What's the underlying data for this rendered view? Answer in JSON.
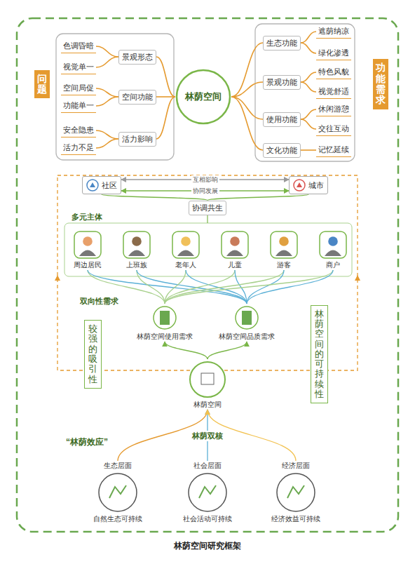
{
  "diagram": {
    "caption": "林荫空间研究框架",
    "nodes": [
      {
        "text": [
          "问题"
        ]
      },
      {
        "text": [
          "色调昏暗"
        ]
      },
      {
        "text": [
          "视觉单一"
        ]
      },
      {
        "text": [
          "景观形态"
        ]
      },
      {
        "text": [
          "空间局促"
        ]
      },
      {
        "text": [
          "功能单一"
        ]
      },
      {
        "text": [
          "空间功能"
        ]
      },
      {
        "text": [
          "安全隐患"
        ]
      },
      {
        "text": [
          "活力不足"
        ]
      },
      {
        "text": [
          "活力影响"
        ]
      },
      {
        "text": [
          "林荫空间"
        ]
      },
      {
        "text": [
          "生态功能"
        ]
      },
      {
        "text": [
          "遮荫纳凉"
        ]
      },
      {
        "text": [
          "绿化渗透"
        ]
      },
      {
        "text": [
          "景观功能"
        ]
      },
      {
        "text": [
          "特色风貌"
        ]
      },
      {
        "text": [
          "视觉舒适"
        ]
      },
      {
        "text": [
          "使用功能"
        ]
      },
      {
        "text": [
          "休闲游憩"
        ]
      },
      {
        "text": [
          "交往互动"
        ]
      },
      {
        "text": [
          "文化功能"
        ]
      },
      {
        "text": [
          "记忆延续"
        ]
      },
      {
        "text": [
          "功能需求"
        ]
      },
      {
        "text": [
          "社区"
        ]
      },
      {
        "text": [
          "城市"
        ]
      },
      {
        "text": [
          "协调共生"
        ]
      },
      {
        "text": [
          "周边居民"
        ]
      },
      {
        "text": [
          "上班族"
        ]
      },
      {
        "text": [
          "老年人"
        ]
      },
      {
        "text": [
          "儿童"
        ]
      },
      {
        "text": [
          "游客"
        ]
      },
      {
        "text": [
          "商户"
        ]
      },
      {
        "text": [
          "林荫空间使用需求"
        ]
      },
      {
        "text": [
          "林荫空间品质需求"
        ]
      },
      {
        "text": [
          "林荫空间"
        ]
      },
      {
        "text": [
          "较强的吸引性"
        ]
      },
      {
        "text": [
          "林荫空间的可持续性"
        ]
      },
      {
        "text": [
          "生态层面",
          "自然生态可持续"
        ]
      },
      {
        "text": [
          "社会层面",
          "社会活动可持续"
        ]
      },
      {
        "text": [
          "经济层面",
          "经济效益可持续"
        ]
      }
    ],
    "edges": [
      {
        "from": 1,
        "to": 3,
        "arrow": "none"
      },
      {
        "from": 2,
        "to": 3,
        "arrow": "none"
      },
      {
        "from": 4,
        "to": 6,
        "arrow": "none"
      },
      {
        "from": 5,
        "to": 6,
        "arrow": "none"
      },
      {
        "from": 7,
        "to": 9,
        "arrow": "none"
      },
      {
        "from": 8,
        "to": 9,
        "arrow": "none"
      },
      {
        "from": 3,
        "to": 10,
        "arrow": "none"
      },
      {
        "from": 6,
        "to": 10,
        "arrow": "none"
      },
      {
        "from": 9,
        "to": 10,
        "arrow": "none"
      },
      {
        "from": 10,
        "to": 11,
        "arrow": "none"
      },
      {
        "from": 10,
        "to": 14,
        "arrow": "none"
      },
      {
        "from": 10,
        "to": 17,
        "arrow": "none"
      },
      {
        "from": 10,
        "to": 20,
        "arrow": "none"
      },
      {
        "from": 11,
        "to": 12,
        "arrow": "none"
      },
      {
        "from": 11,
        "to": 13,
        "arrow": "none"
      },
      {
        "from": 14,
        "to": 15,
        "arrow": "none"
      },
      {
        "from": 14,
        "to": 16,
        "arrow": "none"
      },
      {
        "from": 17,
        "to": 18,
        "arrow": "none"
      },
      {
        "from": 17,
        "to": 19,
        "arrow": "none"
      },
      {
        "from": 20,
        "to": 21,
        "arrow": "none"
      },
      {
        "from": 23,
        "to": 24,
        "label": "互相影响",
        "arrow": "both"
      },
      {
        "from": 24,
        "to": 23,
        "label": "协同发展",
        "arrow": "both"
      },
      {
        "from": 23,
        "to": 25,
        "arrow": "none"
      },
      {
        "from": 24,
        "to": 25,
        "arrow": "none"
      },
      {
        "from": 26,
        "to": 32,
        "arrow": "none"
      },
      {
        "from": 26,
        "to": 33,
        "arrow": "none"
      },
      {
        "from": 27,
        "to": 32,
        "arrow": "none"
      },
      {
        "from": 27,
        "to": 33,
        "arrow": "none"
      },
      {
        "from": 28,
        "to": 32,
        "arrow": "none"
      },
      {
        "from": 28,
        "to": 33,
        "arrow": "none"
      },
      {
        "from": 29,
        "to": 32,
        "arrow": "none"
      },
      {
        "from": 29,
        "to": 33,
        "arrow": "none"
      },
      {
        "from": 30,
        "to": 32,
        "arrow": "none"
      },
      {
        "from": 30,
        "to": 33,
        "arrow": "none"
      },
      {
        "from": 31,
        "to": 32,
        "arrow": "none"
      },
      {
        "from": 31,
        "to": 33,
        "arrow": "none"
      },
      {
        "from": 34,
        "to": 32,
        "arrow": "to"
      },
      {
        "from": 34,
        "to": 33,
        "arrow": "to"
      },
      {
        "from": 37,
        "to": 34,
        "arrow": "to"
      },
      {
        "from": 38,
        "to": 34,
        "arrow": "to"
      },
      {
        "from": 39,
        "to": 34,
        "arrow": "to"
      }
    ],
    "labels": [
      "多元主体",
      "双向性需求",
      "“林荫效应”",
      "林荫双核"
    ]
  }
}
